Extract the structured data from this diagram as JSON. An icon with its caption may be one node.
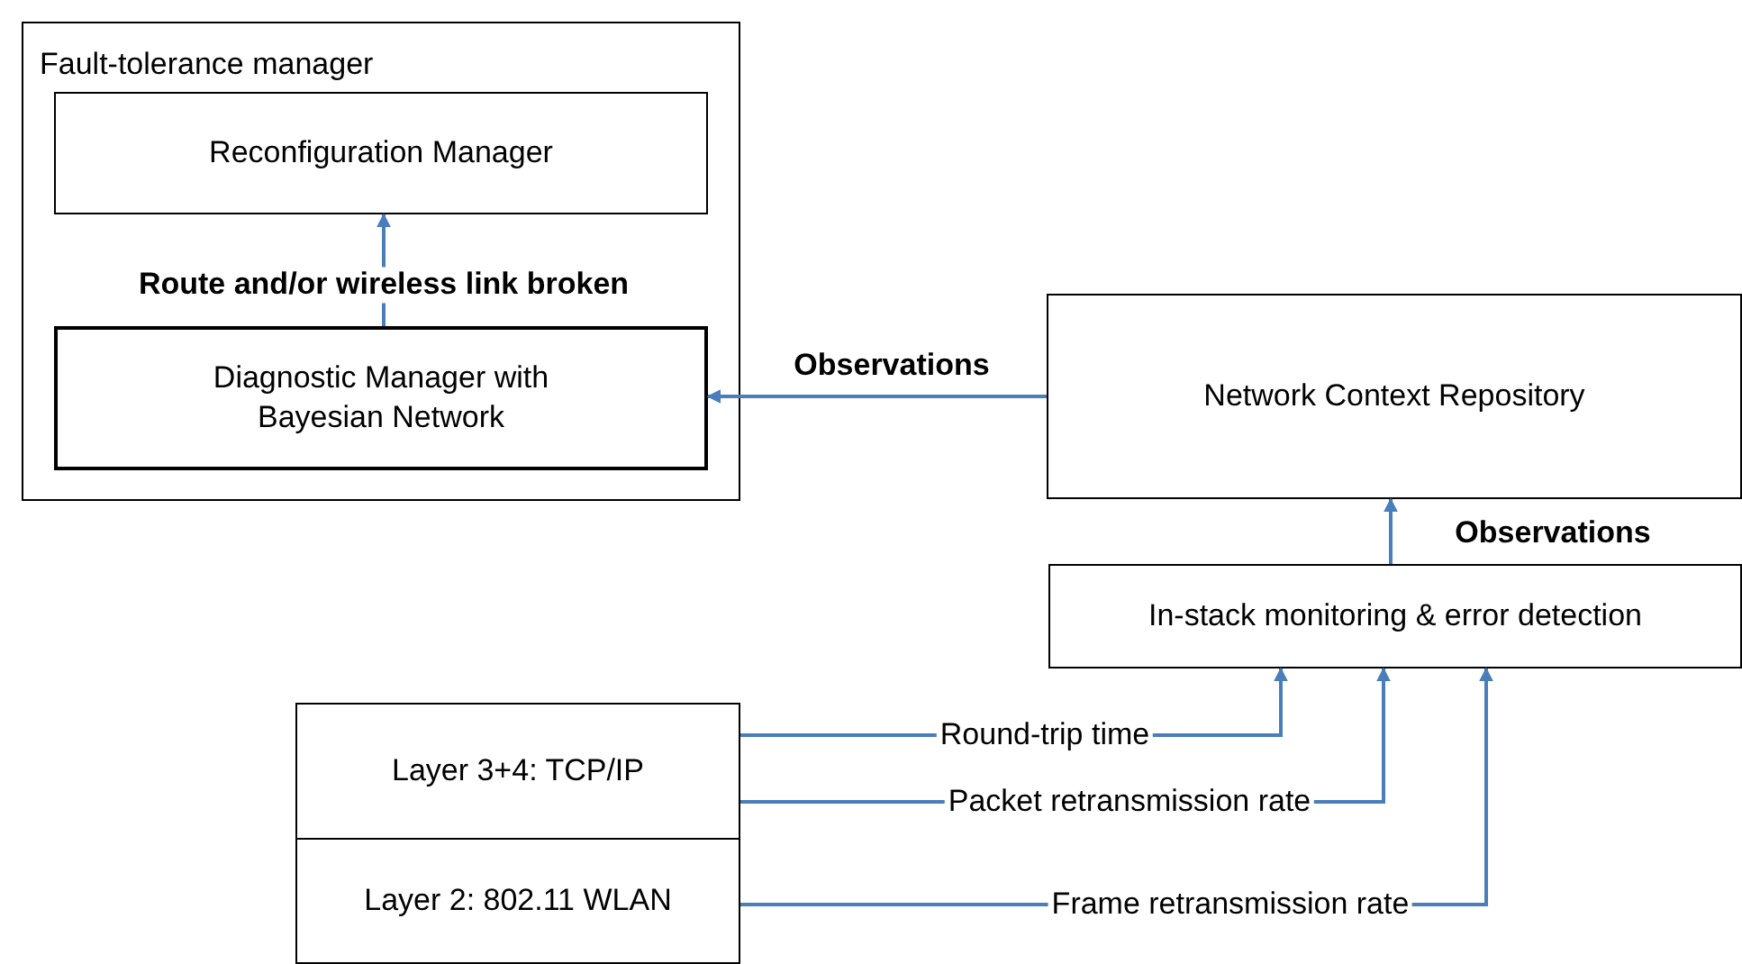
{
  "diagram": {
    "nodes": [
      {
        "text": [
          "Fault-tolerance manager"
        ]
      },
      {
        "text": [
          "Reconfiguration Manager"
        ],
        "in": 0
      },
      {
        "text": [
          "Diagnostic Manager with Bayesian Network"
        ],
        "in": 0
      },
      {
        "text": [
          "Network Context Repository"
        ]
      },
      {
        "text": [
          "In-stack monitoring & error detection"
        ]
      },
      {
        "text": [
          "Layer 3+4: TCP/IP"
        ]
      },
      {
        "text": [
          "Layer 2: 802.11 WLAN"
        ]
      }
    ],
    "edges": [
      {
        "from": 2,
        "to": 1,
        "arrow": "to",
        "label": "Route and/or wireless link broken"
      },
      {
        "from": 3,
        "to": 2,
        "arrow": "to",
        "label": "Observations"
      },
      {
        "from": 4,
        "to": 3,
        "arrow": "to",
        "label": "Observations"
      },
      {
        "from": 5,
        "to": 4,
        "arrow": "to",
        "label": "Round-trip time"
      },
      {
        "from": 5,
        "to": 4,
        "arrow": "to",
        "label": "Packet retransmission rate"
      },
      {
        "from": 6,
        "to": 4,
        "arrow": "to",
        "label": "Frame retransmission rate"
      }
    ]
  }
}
